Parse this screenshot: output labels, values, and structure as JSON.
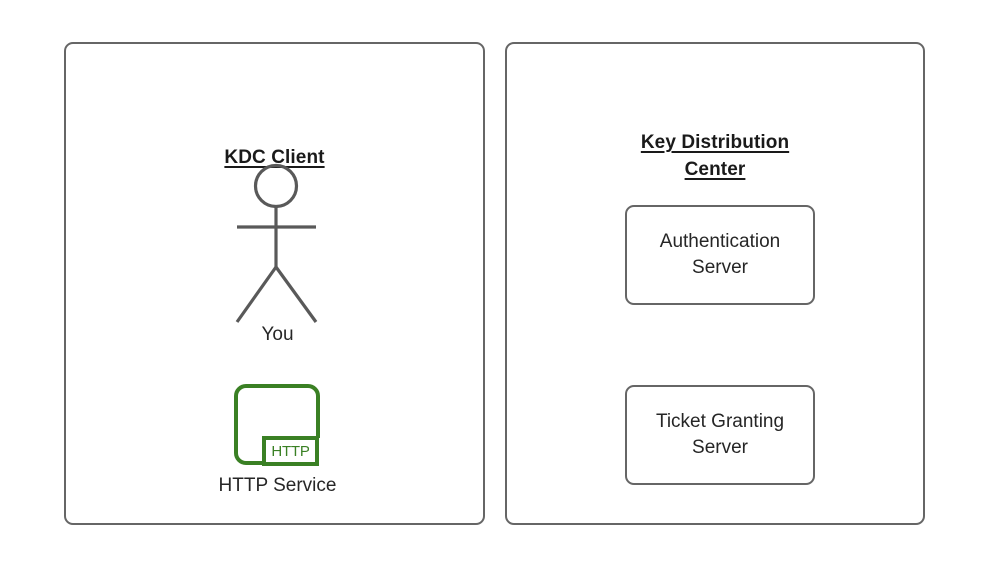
{
  "diagram": {
    "colors": {
      "border_gray": "#666666",
      "text_dark": "#262626",
      "title_dark": "#1a1a1a",
      "service_green": "#3a8024",
      "background": "#ffffff"
    },
    "panels": [
      {
        "id": "kdc-client",
        "title": "KDC Client",
        "actor": {
          "label": "You",
          "icon": "stick-figure-person-icon"
        },
        "service": {
          "label": "HTTP Service",
          "badge_text": "HTTP",
          "icon": "http-service-icon"
        }
      },
      {
        "id": "key-distribution-center",
        "title_line_1": "Key Distribution",
        "title_line_2": "Center",
        "boxes": [
          {
            "id": "authentication-server",
            "label": "Authentication Server"
          },
          {
            "id": "ticket-granting-server",
            "label": "Ticket Granting Server"
          }
        ]
      }
    ]
  }
}
